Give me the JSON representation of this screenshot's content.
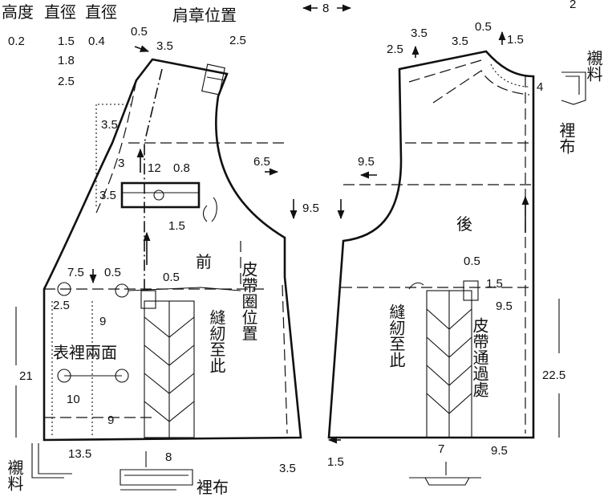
{
  "header": {
    "col_height": "高度",
    "col_left_diameter": "直徑",
    "col_right_diameter": "直徑",
    "val_height": "0.2",
    "val_diam_1": "1.5",
    "val_diam_2": "1.8",
    "val_diam_3": "2.5",
    "val_right": "0.4",
    "top_center_value": "8",
    "top_right_value": "2"
  },
  "front": {
    "shoulder_badge_label": "肩章位置",
    "title": "前",
    "belt_loop_label": "皮帶圈位置",
    "stitch_label": "縫紉至此",
    "both_sides_label": "表裡兩面",
    "dims": {
      "shoulder_a": "0.5",
      "shoulder_b": "3.5",
      "shoulder_c": "2.5",
      "chest_35": "3.5",
      "pocket_3": "3",
      "pocket_12": "12",
      "pocket_08": "0.8",
      "pocket_35": "3.5",
      "armhole_65": "6.5",
      "armhole_95": "9.5",
      "button_15": "1.5",
      "b_75": "7.5",
      "b_05": "0.5",
      "b_05b": "0.5",
      "b_25": "2.5",
      "b_9": "9",
      "side_21": "21",
      "b_10": "10",
      "b_9b": "9",
      "hem_135": "13.5",
      "hem_8": "8",
      "hem_35": "3.5"
    },
    "lining_label": "襯料",
    "lining_cloth_label": "裡布"
  },
  "back": {
    "title": "後",
    "stitch_label": "縫紉至此",
    "belt_pass_label": "皮帶通過處",
    "lining_label": "襯料",
    "lining_cloth_label": "裡布",
    "dims": {
      "neck_25": "2.5",
      "neck_35": "3.5",
      "neck_35b": "3.5",
      "neck_05": "0.5",
      "neck_15": "1.5",
      "shoulder_4": "4",
      "armhole_95": "9.5",
      "tab_05": "0.5",
      "tab_15": "1.5",
      "tab_95": "9.5",
      "side_225": "22.5",
      "hem_15": "1.5",
      "hem_7": "7",
      "hem_95": "9.5"
    }
  }
}
